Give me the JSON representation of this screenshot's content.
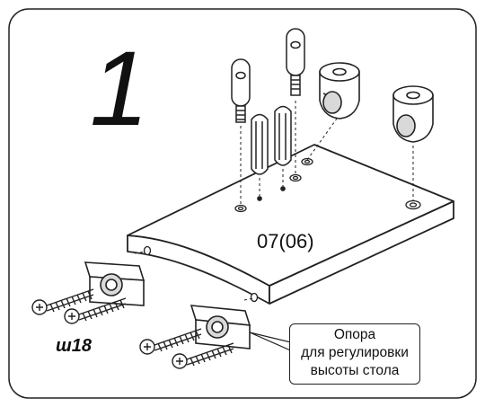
{
  "step_number": "1",
  "part_code": "07(06)",
  "screw_label": "ш18",
  "callout": {
    "line1": "Опора",
    "line2": "для регулировки",
    "line3": "высоты стола"
  },
  "colors": {
    "outline": "#222222",
    "background": "#ffffff",
    "shade": "#d9d9d9"
  }
}
